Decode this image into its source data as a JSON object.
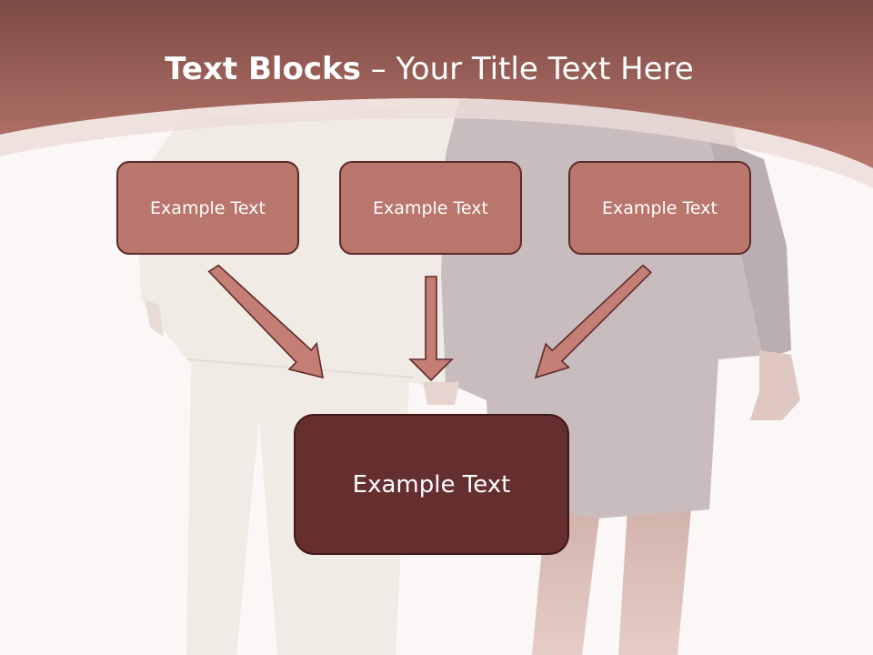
{
  "slide": {
    "title_bold": "Text Blocks",
    "title_sep": " – ",
    "title_rest": "Your Title Text Here"
  },
  "blocks": [
    {
      "label": "Example Text"
    },
    {
      "label": "Example Text"
    },
    {
      "label": "Example Text"
    }
  ],
  "target_block": {
    "label": "Example Text"
  },
  "colors": {
    "header": "#a9645b",
    "block": "#b8766d",
    "target": "#652e2f",
    "arrow": "#c47e76"
  },
  "background_image": "couple-walking-photo"
}
